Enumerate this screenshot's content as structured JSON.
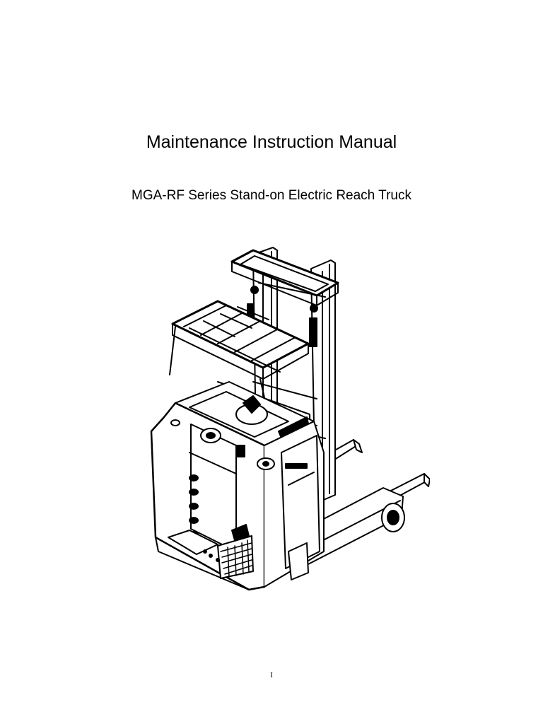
{
  "document": {
    "title": "Maintenance Instruction Manual",
    "subtitle": "MGA-RF Series Stand-on Electric Reach Truck",
    "illustration_icon": "reach-truck-illustration",
    "page_number": "I"
  }
}
